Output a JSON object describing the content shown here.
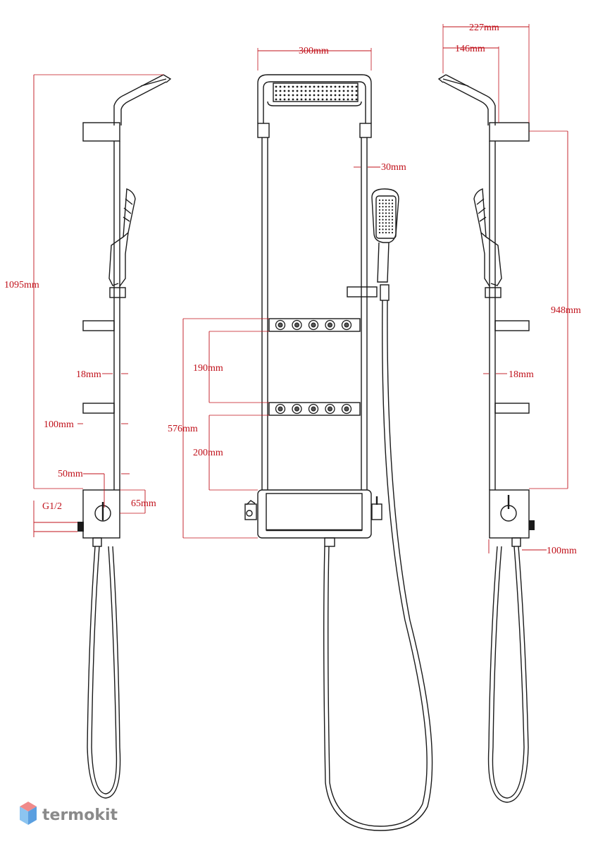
{
  "dimensions": {
    "side_left": {
      "total_height": "1095mm",
      "pipe_diameter": "18mm",
      "jet_spacing": "100mm",
      "valve_width": "50mm",
      "valve_height": "65mm",
      "inlet_thread": "G1/2"
    },
    "front": {
      "panel_width": "300mm",
      "rail_offset": "30mm",
      "jet_zone_height": "576mm",
      "jet_row_spacing": "190mm",
      "lower_jet_height": "200mm"
    },
    "side_right": {
      "head_reach_total": "227mm",
      "head_reach_inner": "146mm",
      "panel_height": "948mm",
      "pipe_diameter": "18mm",
      "outlet_offset": "100mm"
    }
  },
  "brand": {
    "name": "termokit",
    "logo_top": "#f08a8a",
    "logo_left": "#8cc4f0",
    "logo_right": "#5a9fe0"
  },
  "colors": {
    "line": "#1a1a1a",
    "dimension": "#c0101a"
  }
}
